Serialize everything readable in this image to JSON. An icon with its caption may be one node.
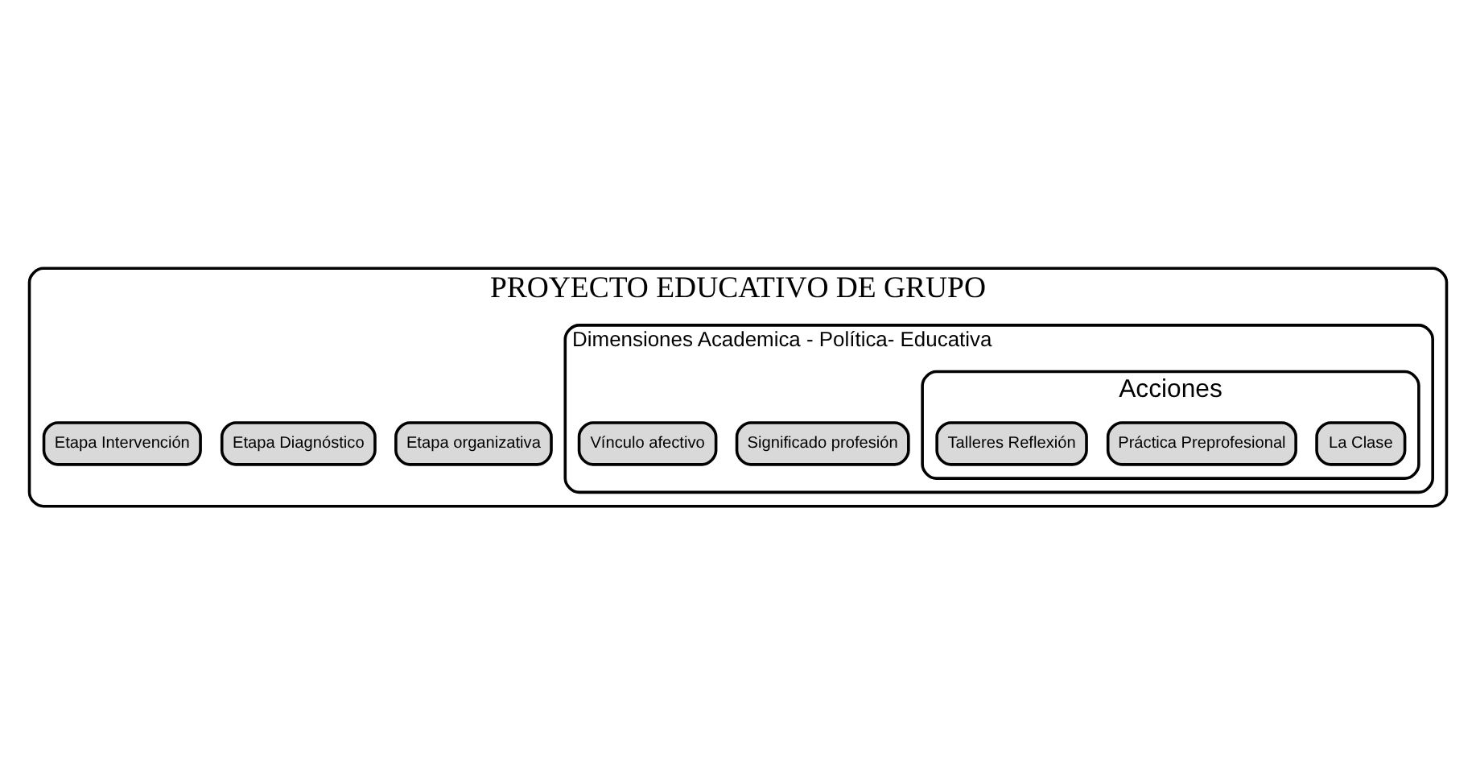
{
  "diagram": {
    "nodes": [
      {
        "text": [
          "PROYECTO EDUCATIVO DE GRUPO"
        ]
      },
      {
        "text": [
          "Etapa organizativa"
        ],
        "in": 0
      },
      {
        "text": [
          "Etapa Diagnóstico"
        ],
        "in": 0
      },
      {
        "text": [
          "Etapa Intervención"
        ],
        "in": 0
      },
      {
        "text": [
          "Dimensiones Academica - Política- Educativa"
        ],
        "in": 0
      },
      {
        "text": [
          "Significado profesión"
        ],
        "in": 4
      },
      {
        "text": [
          "Vínculo afectivo"
        ],
        "in": 4
      },
      {
        "text": [
          "Acciones"
        ],
        "in": 4
      },
      {
        "text": [
          "La Clase"
        ],
        "in": 7
      },
      {
        "text": [
          "Práctica Preprofesional"
        ],
        "in": 7
      },
      {
        "text": [
          "Talleres Reflexión"
        ],
        "in": 7
      }
    ]
  }
}
